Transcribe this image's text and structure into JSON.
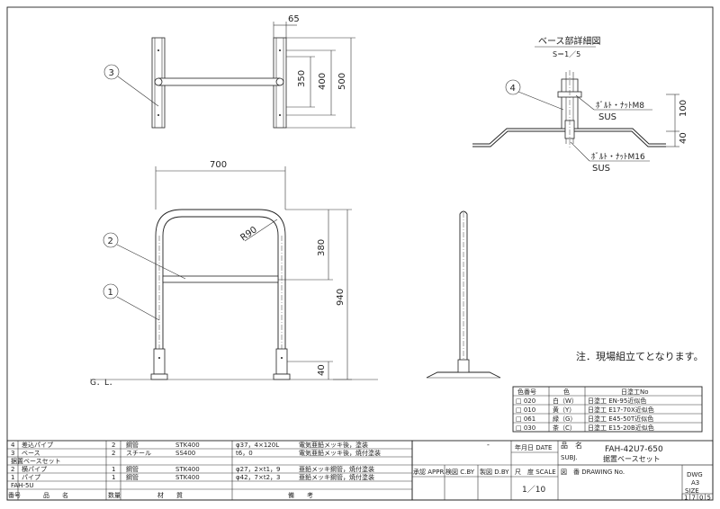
{
  "base_detail": {
    "title": "ベース部詳細図",
    "scale": "S＝1／5"
  },
  "balloons": [
    "1",
    "2",
    "3",
    "4"
  ],
  "dimensions": {
    "top_65": "65",
    "top_350": "350",
    "top_400": "400",
    "top_500": "500",
    "front_700": "700",
    "front_r90": "R90",
    "front_380": "380",
    "front_940": "940",
    "front_40": "40",
    "detail_100": "100",
    "detail_40": "40"
  },
  "bolt_labels": [
    {
      "text": "ﾎﾞﾙﾄ・ﾅｯﾄM8",
      "material": "SUS"
    },
    {
      "text": "ﾎﾞﾙﾄ・ﾅｯﾄM16",
      "material": "SUS"
    }
  ],
  "ground_label": "G．L．",
  "note": "注．現場組立てとなります。",
  "color_table": {
    "headers": [
      "色番号",
      "色",
      "日塗工No"
    ],
    "rows": [
      [
        "□ 020",
        "白（W）",
        "日塗工 EN-95近似色"
      ],
      [
        "□ 010",
        "黄（Y）",
        "日塗工 E17-70X近似色"
      ],
      [
        "□ 061",
        "緑（G）",
        "日塗工 E45-50T近似色"
      ],
      [
        "□ 030",
        "茶（C）",
        "日塗工 E15-20B近似色"
      ]
    ]
  },
  "parts_list": {
    "rows": [
      [
        "4",
        "差込パイプ",
        "2",
        "鋼管",
        "STK400",
        "φ37，4×120L",
        "電気亜鉛メッキ後，塗装"
      ],
      [
        "3",
        "ベース",
        "2",
        "スチール",
        "SS400",
        "t6，0",
        "電気亜鉛メッキ後，焼付塗装"
      ],
      [
        "",
        "据置ベースセット",
        "",
        "",
        "",
        "",
        ""
      ],
      [
        "2",
        "横パイプ",
        "1",
        "鋼管",
        "STK400",
        "φ27，2×t1，9",
        "亜鉛メッキ鋼管，焼付塗装"
      ],
      [
        "1",
        "パイプ",
        "1",
        "鋼管",
        "STK400",
        "φ42，7×t2，3",
        "亜鉛メッキ鋼管，焼付塗装"
      ],
      [
        "",
        "FAH-5U",
        "",
        "",
        "",
        "",
        ""
      ]
    ],
    "headers": [
      "番号",
      "品　　名",
      "数量",
      "材　　質",
      "",
      "備　　考",
      ""
    ]
  },
  "title_block": {
    "approval": "承認 APPR.",
    "check": "検図 C.BY",
    "drawn": "製図 D.BY",
    "dash": "-",
    "date": "年月日 DATE",
    "scale_label": "尺　度 SCALE",
    "scale_value": "1／10",
    "name_label": "品　名",
    "subj": "SUBJ.",
    "product_code": "FAH-42U7-650",
    "product_name": "据置ベースセット",
    "drawing_no_label": "図　番 DRAWING No.",
    "dwg": "DWG",
    "size": "A3",
    "size_label": "SIZE",
    "sheet_no": [
      "1",
      "7",
      "0",
      "5"
    ]
  }
}
